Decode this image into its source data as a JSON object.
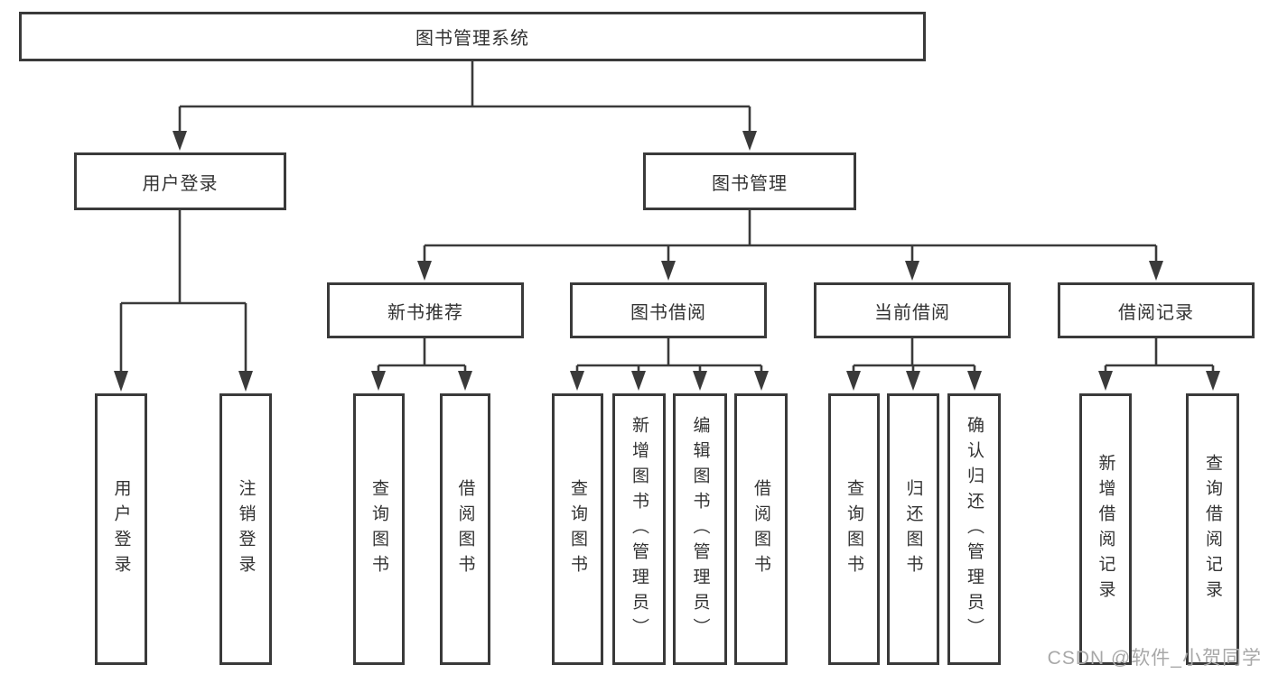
{
  "tree": {
    "label": "图书管理系统",
    "children": [
      {
        "label": "用户登录",
        "children": [
          {
            "label": "用户登录"
          },
          {
            "label": "注销登录"
          }
        ]
      },
      {
        "label": "图书管理",
        "children": [
          {
            "label": "新书推荐",
            "children": [
              {
                "label": "查询图书"
              },
              {
                "label": "借阅图书"
              }
            ]
          },
          {
            "label": "图书借阅",
            "children": [
              {
                "label": "查询图书"
              },
              {
                "label": "新增图书（管理员）"
              },
              {
                "label": "编辑图书（管理员）"
              },
              {
                "label": "借阅图书"
              }
            ]
          },
          {
            "label": "当前借阅",
            "children": [
              {
                "label": "查询图书"
              },
              {
                "label": "归还图书"
              },
              {
                "label": "确认归还（管理员）"
              }
            ]
          },
          {
            "label": "借阅记录",
            "children": [
              {
                "label": "新增借阅记录"
              },
              {
                "label": "查询借阅记录"
              }
            ]
          }
        ]
      }
    ]
  },
  "watermark": "CSDN @软件_小贺同学",
  "colors": {
    "line": "#3a3a3a",
    "text": "#333333",
    "watermark_text": "#a8a8a8",
    "background": "#ffffff"
  }
}
